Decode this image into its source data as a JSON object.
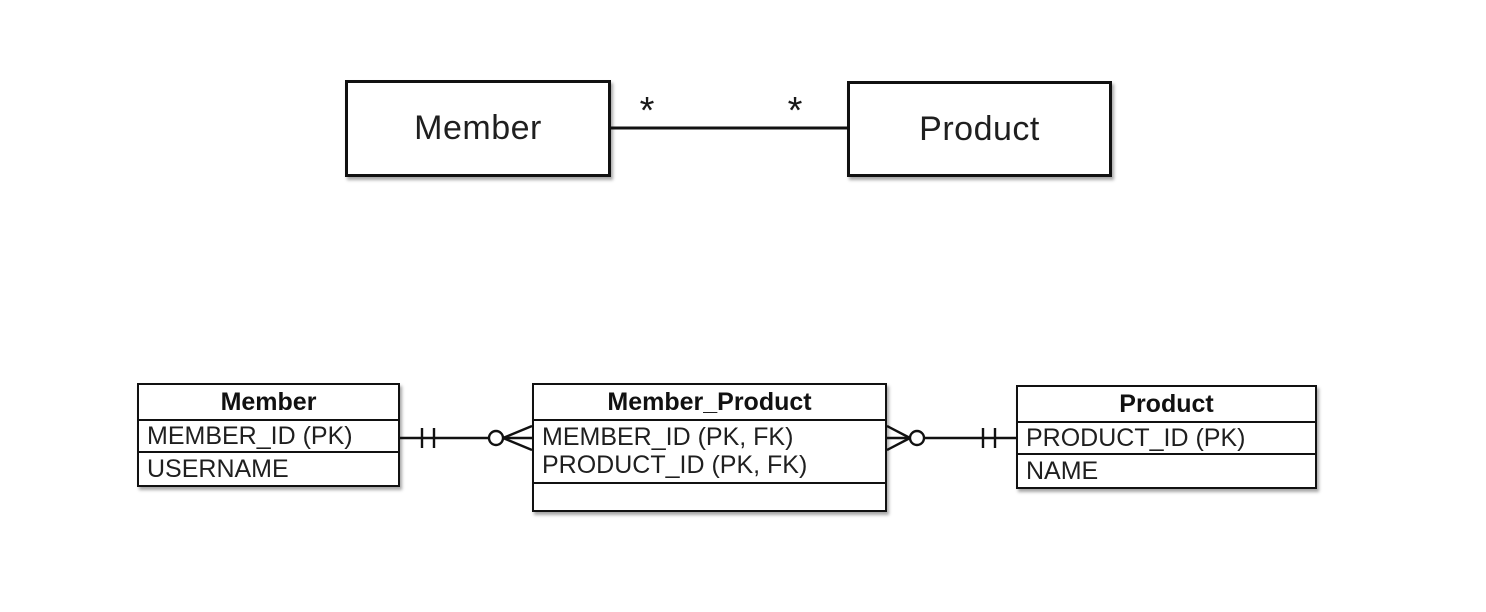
{
  "diagram": {
    "kind": "entity-relationship",
    "colors": {
      "line": "#111111",
      "fill": "#ffffff",
      "text": "#1f1f1f",
      "background": "#ffffff"
    }
  },
  "conceptual": {
    "entities": [
      {
        "label": "Member"
      },
      {
        "label": "Product"
      }
    ],
    "relationship": {
      "left_multiplicity": "*",
      "right_multiplicity": "*"
    }
  },
  "physical": {
    "tables": [
      {
        "title": "Member",
        "rows": [
          "MEMBER_ID (PK)",
          "USERNAME"
        ]
      },
      {
        "title": "Member_Product",
        "rows": [
          "MEMBER_ID (PK, FK)",
          "PRODUCT_ID (PK, FK)"
        ],
        "has_empty_compartment": true
      },
      {
        "title": "Product",
        "rows": [
          "PRODUCT_ID (PK)",
          "NAME"
        ]
      }
    ],
    "connectors": [
      {
        "from": "Member",
        "to": "Member_Product",
        "from_cardinality": "one-and-only-one",
        "to_cardinality": "zero-or-many"
      },
      {
        "from": "Member_Product",
        "to": "Product",
        "from_cardinality": "zero-or-many",
        "to_cardinality": "one-and-only-one"
      }
    ]
  }
}
